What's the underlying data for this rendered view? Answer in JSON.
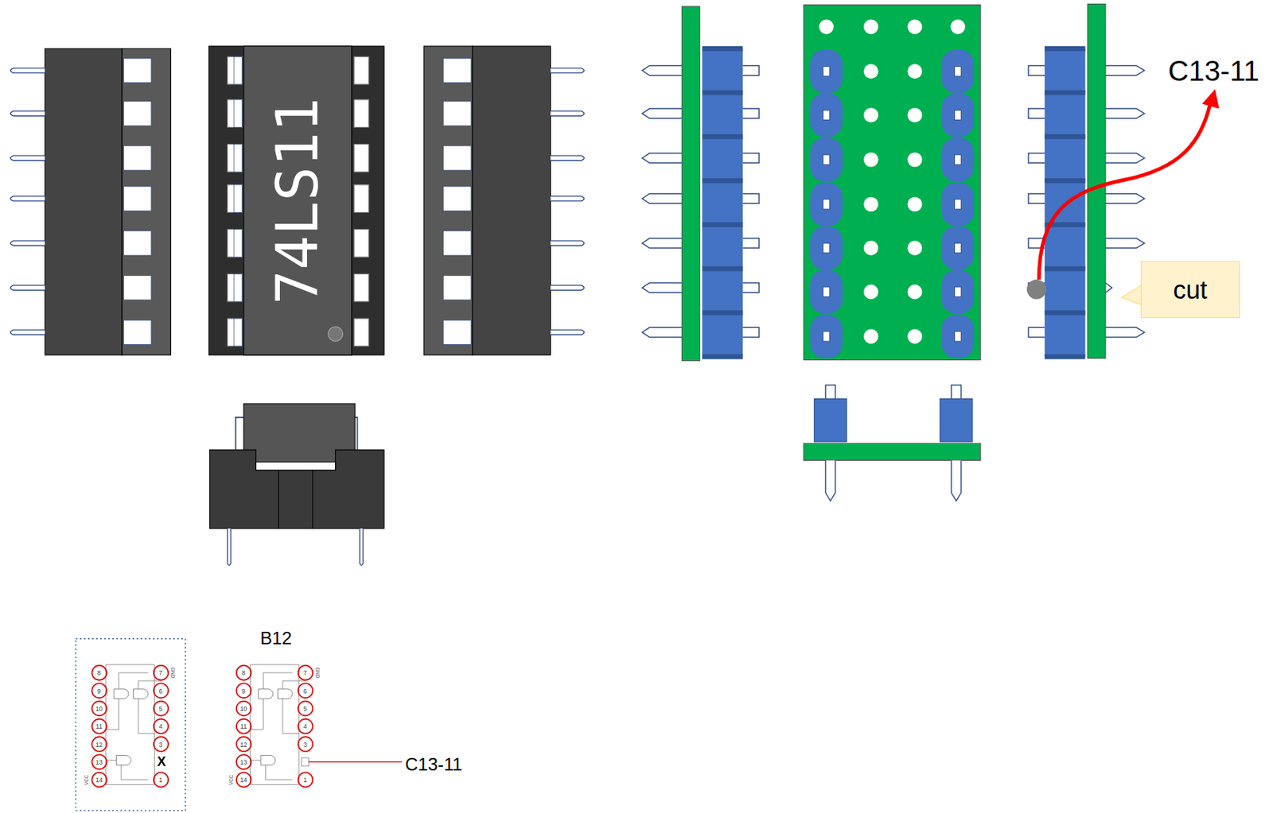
{
  "diagram": {
    "nodes": [
      {
        "text": [
          "74LS11"
        ]
      },
      {
        "text": [
          "cut"
        ]
      }
    ],
    "labels": [
      "C13-11",
      "8",
      "9",
      "10",
      "11",
      "12",
      "13",
      "14",
      "7",
      "6",
      "5",
      "4",
      "3",
      "X",
      "1",
      "GND",
      "VCC",
      "B12",
      "8",
      "9",
      "10",
      "11",
      "12",
      "13",
      "14",
      "7",
      "6",
      "5",
      "4",
      "3",
      "1",
      "GND",
      "VCC",
      "C13-11"
    ]
  }
}
